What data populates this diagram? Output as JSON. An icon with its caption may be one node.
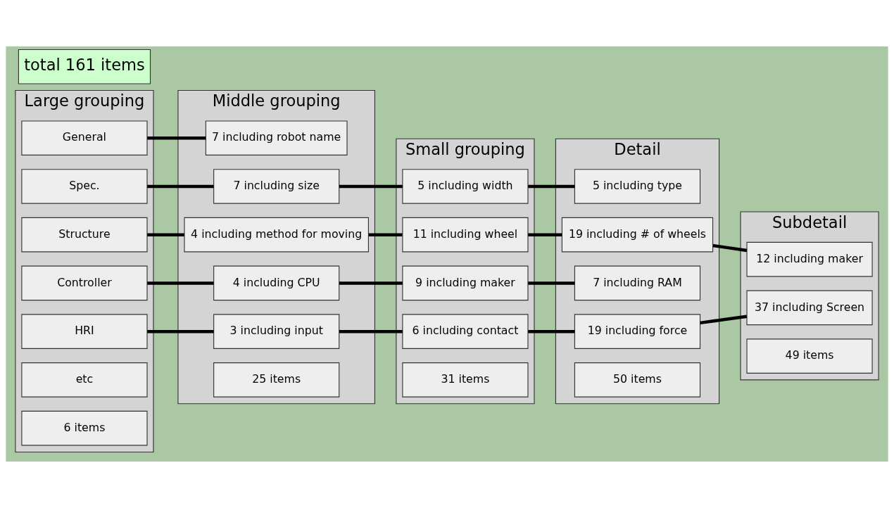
{
  "diagram": {
    "nodes": [
      {
        "text": [
          "Large grouping"
        ]
      },
      {
        "text": [
          "General"
        ],
        "in": 0
      },
      {
        "text": [
          "Spec."
        ],
        "in": 0
      },
      {
        "text": [
          "Structure"
        ],
        "in": 0
      },
      {
        "text": [
          "Controller"
        ],
        "in": 0
      },
      {
        "text": [
          "HRI"
        ],
        "in": 0
      },
      {
        "text": [
          "etc"
        ],
        "in": 0
      },
      {
        "text": [
          "6 items"
        ],
        "in": 0
      },
      {
        "text": [
          "Middle grouping"
        ]
      },
      {
        "text": [
          "7 including robot name"
        ],
        "in": 8
      },
      {
        "text": [
          "7 including size"
        ],
        "in": 8
      },
      {
        "text": [
          "4 including method for moving"
        ],
        "in": 8
      },
      {
        "text": [
          "4 including CPU"
        ],
        "in": 8
      },
      {
        "text": [
          "3 including input"
        ],
        "in": 8
      },
      {
        "text": [
          "25 items"
        ],
        "in": 8
      },
      {
        "text": [
          "Small grouping"
        ]
      },
      {
        "text": [
          "5 including width"
        ],
        "in": 15
      },
      {
        "text": [
          "11 including wheel"
        ],
        "in": 15
      },
      {
        "text": [
          "9 including maker"
        ],
        "in": 15
      },
      {
        "text": [
          "6 including contact"
        ],
        "in": 15
      },
      {
        "text": [
          "31 items"
        ],
        "in": 15
      },
      {
        "text": [
          "Detail"
        ]
      },
      {
        "text": [
          "5 including type"
        ],
        "in": 21
      },
      {
        "text": [
          "19 including # of wheels"
        ],
        "in": 21
      },
      {
        "text": [
          "7 including RAM"
        ],
        "in": 21
      },
      {
        "text": [
          "19 including force"
        ],
        "in": 21
      },
      {
        "text": [
          "50 items"
        ],
        "in": 21
      },
      {
        "text": [
          "Subdetail"
        ]
      },
      {
        "text": [
          "12 including maker"
        ],
        "in": 27
      },
      {
        "text": [
          "37 including Screen"
        ],
        "in": 27
      },
      {
        "text": [
          "49 items"
        ],
        "in": 27
      },
      {
        "text": [
          "total 161 items"
        ]
      }
    ],
    "edges": [
      {
        "from": 1,
        "to": 9,
        "arrow": "none"
      },
      {
        "from": 2,
        "to": 10,
        "arrow": "none"
      },
      {
        "from": 10,
        "to": 16,
        "arrow": "none"
      },
      {
        "from": 16,
        "to": 22,
        "arrow": "none"
      },
      {
        "from": 3,
        "to": 11,
        "arrow": "none"
      },
      {
        "from": 11,
        "to": 17,
        "arrow": "none"
      },
      {
        "from": 17,
        "to": 23,
        "arrow": "none"
      },
      {
        "from": 23,
        "to": 28,
        "arrow": "none"
      },
      {
        "from": 4,
        "to": 12,
        "arrow": "none"
      },
      {
        "from": 12,
        "to": 18,
        "arrow": "none"
      },
      {
        "from": 18,
        "to": 24,
        "arrow": "none"
      },
      {
        "from": 5,
        "to": 13,
        "arrow": "none"
      },
      {
        "from": 13,
        "to": 19,
        "arrow": "none"
      },
      {
        "from": 19,
        "to": 25,
        "arrow": "none"
      },
      {
        "from": 25,
        "to": 29,
        "arrow": "none"
      }
    ]
  }
}
